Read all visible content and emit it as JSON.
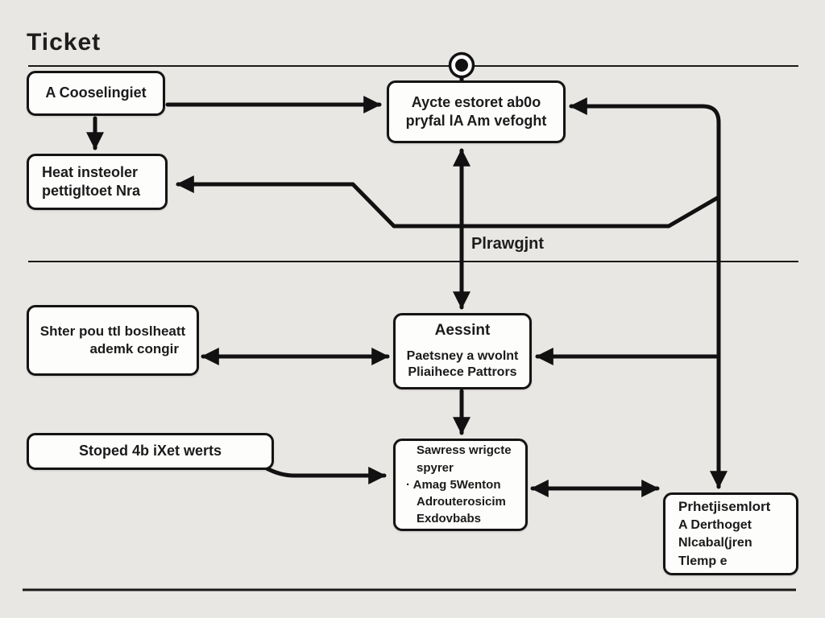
{
  "title": "Ticket",
  "flow_label": "Plrawgjnt",
  "nodes": {
    "cooselingiet": {
      "lines": [
        "A Cooselingiet"
      ]
    },
    "center": {
      "lines": [
        "Aycte estoret ab0o",
        "pryfal lA Am vefoght"
      ]
    },
    "heat": {
      "lines": [
        "Heat insteoler",
        "pettigltoet Nra"
      ]
    },
    "shter": {
      "lines": [
        "Shter pou ttl boslheatt",
        "ademk congir"
      ]
    },
    "stoped": {
      "lines": [
        "Stoped 4b iXet werts"
      ]
    },
    "assint": {
      "title": "Aessint",
      "lines": [
        "Paetsney a wvolnt",
        "Pliaihece Pattrors"
      ]
    },
    "sauress": {
      "lines": [
        "Sawress wrigcte",
        "spyrer",
        "· Amag 5Wenton",
        "Adrouterosicim",
        "Exdovbabs"
      ]
    },
    "prhet": {
      "lines": [
        "Prhetjisemlort",
        "A Derthoget",
        "Nlcabal(jren",
        "Tlemp e"
      ]
    }
  },
  "colors": {
    "background": "#e9e7e4",
    "line": "#111111",
    "node_fill": "#fdfdfc",
    "node_border": "#141414",
    "text": "#1b1b1b"
  }
}
